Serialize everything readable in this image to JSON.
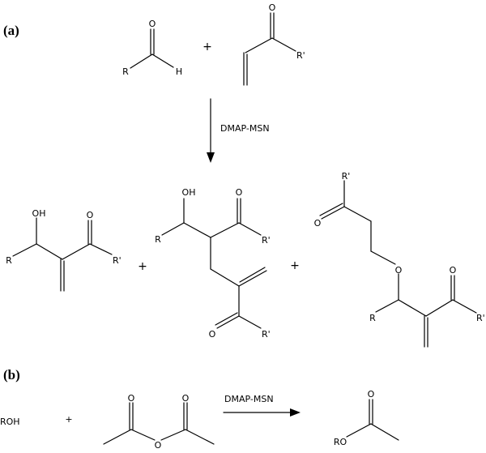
{
  "panel_a": {
    "label": "(a)",
    "reagent": "DMAP-MSN",
    "plus": "+",
    "aldehyde": {
      "O": "O",
      "R": "R",
      "H": "H"
    },
    "enone": {
      "O": "O",
      "R": "R'"
    },
    "product1": {
      "OH": "OH",
      "O": "O",
      "R": "R",
      "R2": "R'"
    },
    "product2": {
      "OH": "OH",
      "O1": "O",
      "R": "R",
      "R2a": "R'",
      "O2": "O",
      "R2b": "R'"
    },
    "product3": {
      "R2a": "R'",
      "O1": "O",
      "Oether": "O",
      "R": "R",
      "O2": "O",
      "R2b": "R'"
    }
  },
  "panel_b": {
    "label": "(b)",
    "reagent": "DMAP-MSN",
    "plus": "+",
    "alcohol": "ROH",
    "anhydride": {
      "O1": "O",
      "O2": "O",
      "O3": "O"
    },
    "ester": {
      "O": "O",
      "RO": "RO"
    }
  }
}
